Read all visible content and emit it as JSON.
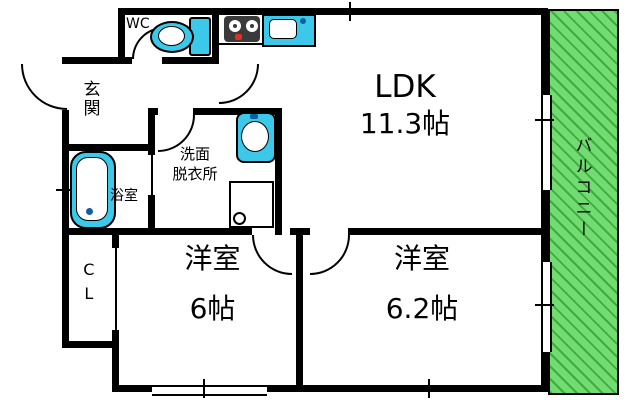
{
  "floorplan": {
    "type": "apartment-floor-plan",
    "rooms": {
      "wc": {
        "label": "WC"
      },
      "genkan": {
        "label": "玄関"
      },
      "bath": {
        "label": "浴室"
      },
      "washroom": {
        "line1": "洗面",
        "line2": "脱衣所"
      },
      "ldk": {
        "label": "LDK",
        "size": "11.3帖"
      },
      "balcony": {
        "label": "バルコニー"
      },
      "closet": {
        "label": "CL"
      },
      "bedroom1": {
        "label": "洋室",
        "size": "6帖"
      },
      "bedroom2": {
        "label": "洋室",
        "size": "6.2帖"
      }
    },
    "fixtures": [
      "toilet",
      "gas-stove",
      "kitchen-sink",
      "washbasin",
      "washing-machine-pan",
      "bathtub"
    ],
    "colors": {
      "wall": "#000000",
      "fixture": "#3cc8e8",
      "balcony_base": "#72dc72",
      "balcony_hatch": "#3dab3d",
      "stove": "#3a3a3a",
      "stove_accent": "#e03020",
      "faucet": "#1060a0",
      "background": "#ffffff"
    }
  }
}
